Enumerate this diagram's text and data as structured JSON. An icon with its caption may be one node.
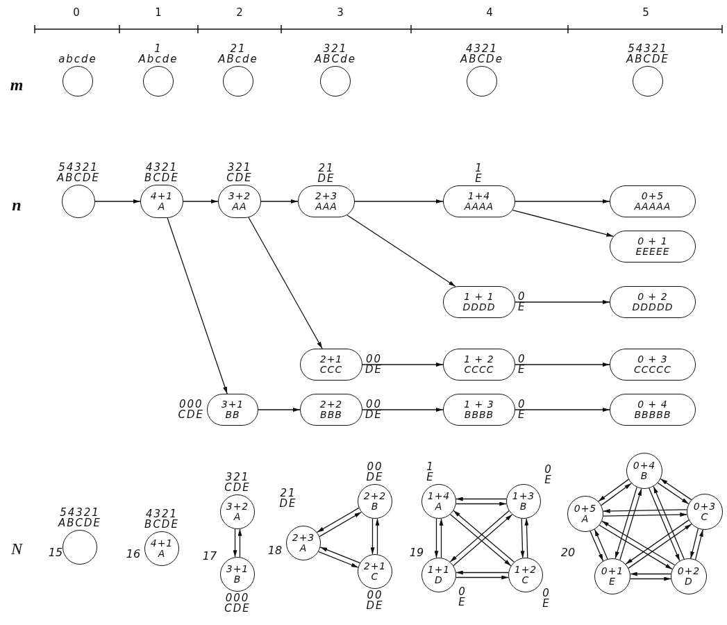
{
  "diagram": {
    "nodes": [
      {
        "text": [],
        "shape": "circle",
        "beside": [
          "abcde"
        ]
      },
      {
        "text": [],
        "shape": "circle",
        "beside": [
          "1",
          "Abcde"
        ]
      },
      {
        "text": [],
        "shape": "circle",
        "beside": [
          "21",
          "ABcde"
        ]
      },
      {
        "text": [],
        "shape": "circle",
        "beside": [
          "321",
          "ABCde"
        ]
      },
      {
        "text": [],
        "shape": "circle",
        "beside": [
          "4321",
          "ABCDe"
        ]
      },
      {
        "text": [],
        "shape": "circle",
        "beside": [
          "54321",
          "ABCDE"
        ]
      },
      {
        "text": [],
        "shape": "circle",
        "beside": [
          "54321",
          "ABCDE"
        ]
      },
      {
        "text": [
          "4+1",
          "A"
        ],
        "beside": [
          "4321",
          "BCDE"
        ]
      },
      {
        "text": [
          "3+2",
          "AA"
        ],
        "beside": [
          "321",
          "CDE"
        ]
      },
      {
        "text": [
          "2+3",
          "AAA"
        ],
        "beside": [
          "21",
          "DE"
        ]
      },
      {
        "text": [
          "1+4",
          "AAAA"
        ],
        "beside": [
          "1",
          "E"
        ]
      },
      {
        "text": [
          "0+5",
          "AAAAA"
        ]
      },
      {
        "text": [
          "0 + 1",
          "EEEEE"
        ]
      },
      {
        "text": [
          "1 + 1",
          "DDDD"
        ],
        "beside": [
          "0",
          "E"
        ]
      },
      {
        "text": [
          "0 + 2",
          "DDDDD"
        ]
      },
      {
        "text": [
          "2+1",
          "CCC"
        ],
        "beside": [
          "00",
          "DE"
        ]
      },
      {
        "text": [
          "1 + 2",
          "CCCC"
        ],
        "beside": [
          "0",
          "E"
        ]
      },
      {
        "text": [
          "0 + 3",
          "CCCCC"
        ]
      },
      {
        "text": [
          "3+1",
          "BB"
        ],
        "beside": [
          "000",
          "CDE"
        ]
      },
      {
        "text": [
          "2+2",
          "BBB"
        ],
        "beside": [
          "00",
          "DE"
        ]
      },
      {
        "text": [
          "1 + 3",
          "BBBB"
        ],
        "beside": [
          "0",
          "E"
        ]
      },
      {
        "text": [
          "0 + 4",
          "BBBBB"
        ]
      },
      {
        "text": [],
        "shape": "circle",
        "beside": [
          "54321",
          "ABCDE"
        ]
      },
      {
        "text": [
          "4+1",
          "A"
        ],
        "beside": [
          "4321",
          "BCDE"
        ]
      },
      {
        "text": [
          "3+2",
          "A"
        ],
        "beside": [
          "321",
          "CDE"
        ]
      },
      {
        "text": [
          "3+1",
          "B"
        ],
        "beside": [
          "000",
          "CDE"
        ]
      },
      {
        "text": [
          "2+3",
          "A"
        ],
        "beside": [
          "21",
          "DE"
        ]
      },
      {
        "text": [
          "2+2",
          "B"
        ],
        "beside": [
          "00",
          "DE"
        ]
      },
      {
        "text": [
          "2+1",
          "C"
        ],
        "beside": [
          "00",
          "DE"
        ]
      },
      {
        "text": [
          "1+4",
          "A"
        ],
        "beside": [
          "1",
          "E"
        ]
      },
      {
        "text": [
          "1+3",
          "B"
        ],
        "beside": [
          "0",
          "E"
        ]
      },
      {
        "text": [
          "1+1",
          "D"
        ],
        "beside": [
          "0",
          "E"
        ]
      },
      {
        "text": [
          "1+2",
          "C"
        ],
        "beside": [
          "0",
          "E"
        ]
      },
      {
        "text": [
          "0+4",
          "B"
        ]
      },
      {
        "text": [
          "0+5",
          "A"
        ]
      },
      {
        "text": [
          "0+3",
          "C"
        ]
      },
      {
        "text": [
          "0+1",
          "E"
        ]
      },
      {
        "text": [
          "0+2",
          "D"
        ]
      }
    ],
    "edges": [
      {
        "from": 6,
        "to": 7,
        "arrow": "to"
      },
      {
        "from": 7,
        "to": 8,
        "arrow": "to"
      },
      {
        "from": 8,
        "to": 9,
        "arrow": "to"
      },
      {
        "from": 9,
        "to": 10,
        "arrow": "to"
      },
      {
        "from": 10,
        "to": 11,
        "arrow": "to"
      },
      {
        "from": 10,
        "to": 12,
        "arrow": "to"
      },
      {
        "from": 9,
        "to": 13,
        "arrow": "to"
      },
      {
        "from": 13,
        "to": 14,
        "arrow": "to"
      },
      {
        "from": 8,
        "to": 15,
        "arrow": "to"
      },
      {
        "from": 15,
        "to": 16,
        "arrow": "to"
      },
      {
        "from": 16,
        "to": 17,
        "arrow": "to"
      },
      {
        "from": 7,
        "to": 18,
        "arrow": "to"
      },
      {
        "from": 18,
        "to": 19,
        "arrow": "to"
      },
      {
        "from": 19,
        "to": 20,
        "arrow": "to"
      },
      {
        "from": 20,
        "to": 21,
        "arrow": "to"
      },
      {
        "from": 24,
        "to": 25,
        "arrow": "to"
      },
      {
        "from": 25,
        "to": 24,
        "arrow": "to"
      },
      {
        "from": 26,
        "to": 27,
        "arrow": "to"
      },
      {
        "from": 27,
        "to": 26,
        "arrow": "to"
      },
      {
        "from": 26,
        "to": 28,
        "arrow": "to"
      },
      {
        "from": 28,
        "to": 26,
        "arrow": "to"
      },
      {
        "from": 27,
        "to": 28,
        "arrow": "to"
      },
      {
        "from": 28,
        "to": 27,
        "arrow": "to"
      },
      {
        "from": 29,
        "to": 30,
        "arrow": "to"
      },
      {
        "from": 30,
        "to": 29,
        "arrow": "to"
      },
      {
        "from": 29,
        "to": 31,
        "arrow": "to"
      },
      {
        "from": 31,
        "to": 29,
        "arrow": "to"
      },
      {
        "from": 29,
        "to": 32,
        "arrow": "to"
      },
      {
        "from": 32,
        "to": 29,
        "arrow": "to"
      },
      {
        "from": 30,
        "to": 31,
        "arrow": "to"
      },
      {
        "from": 31,
        "to": 30,
        "arrow": "to"
      },
      {
        "from": 30,
        "to": 32,
        "arrow": "to"
      },
      {
        "from": 32,
        "to": 30,
        "arrow": "to"
      },
      {
        "from": 31,
        "to": 32,
        "arrow": "to"
      },
      {
        "from": 32,
        "to": 31,
        "arrow": "to"
      },
      {
        "from": 33,
        "to": 34,
        "arrow": "to"
      },
      {
        "from": 34,
        "to": 33,
        "arrow": "to"
      },
      {
        "from": 33,
        "to": 35,
        "arrow": "to"
      },
      {
        "from": 35,
        "to": 33,
        "arrow": "to"
      },
      {
        "from": 33,
        "to": 36,
        "arrow": "to"
      },
      {
        "from": 36,
        "to": 33,
        "arrow": "to"
      },
      {
        "from": 33,
        "to": 37,
        "arrow": "to"
      },
      {
        "from": 37,
        "to": 33,
        "arrow": "to"
      },
      {
        "from": 34,
        "to": 35,
        "arrow": "to"
      },
      {
        "from": 35,
        "to": 34,
        "arrow": "to"
      },
      {
        "from": 34,
        "to": 36,
        "arrow": "to"
      },
      {
        "from": 36,
        "to": 34,
        "arrow": "to"
      },
      {
        "from": 34,
        "to": 37,
        "arrow": "to"
      },
      {
        "from": 37,
        "to": 34,
        "arrow": "to"
      },
      {
        "from": 35,
        "to": 36,
        "arrow": "to"
      },
      {
        "from": 36,
        "to": 35,
        "arrow": "to"
      },
      {
        "from": 35,
        "to": 37,
        "arrow": "to"
      },
      {
        "from": 37,
        "to": 35,
        "arrow": "to"
      },
      {
        "from": 36,
        "to": 37,
        "arrow": "to"
      },
      {
        "from": 37,
        "to": 36,
        "arrow": "to"
      }
    ],
    "labels": [
      "0",
      "1",
      "2",
      "3",
      "4",
      "5",
      "m",
      "n",
      "N",
      "15",
      "16",
      "17",
      "18",
      "19",
      "20"
    ]
  }
}
